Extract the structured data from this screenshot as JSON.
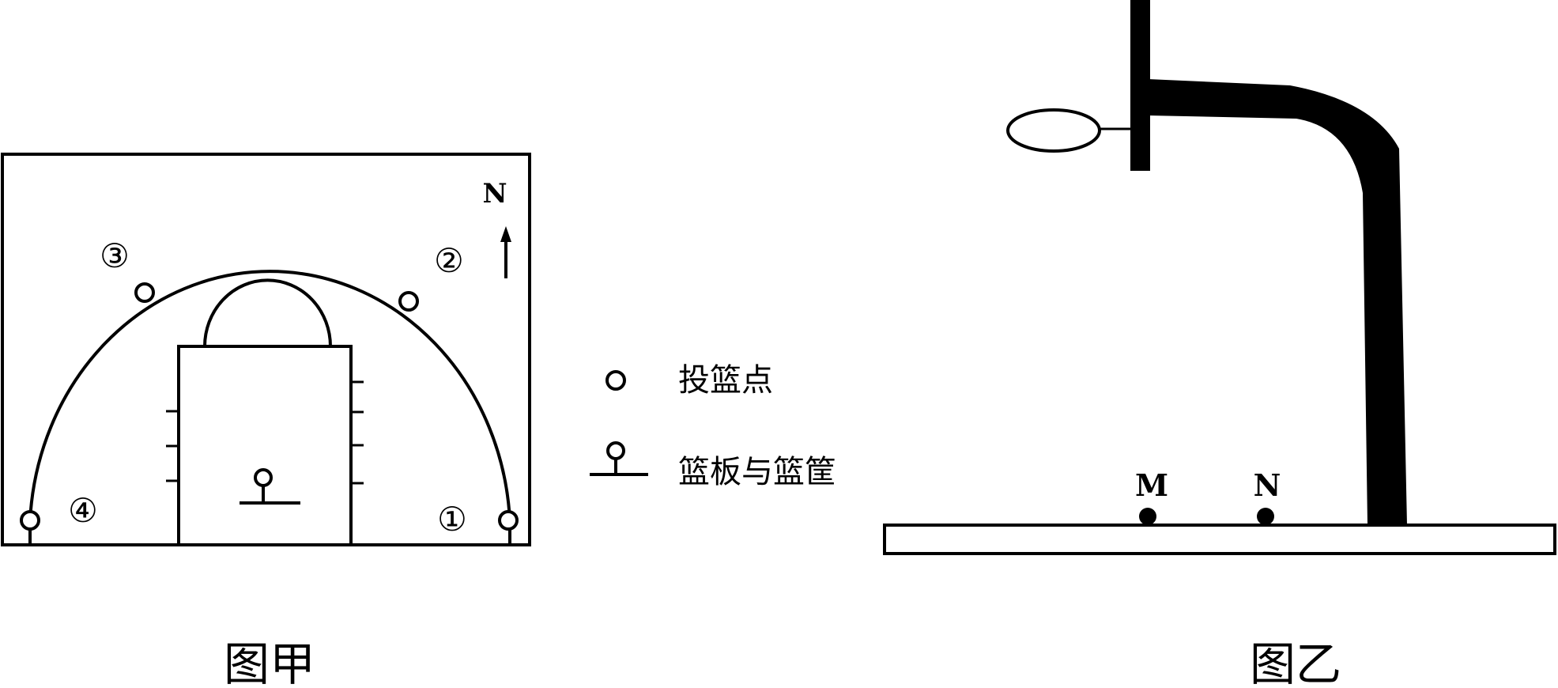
{
  "colors": {
    "ink": "#000000",
    "paper": "#ffffff"
  },
  "figure_a": {
    "caption": "图甲",
    "north_label": "N",
    "point_labels": [
      "①",
      "②",
      "③",
      "④"
    ]
  },
  "legend": {
    "shot_point": "投篮点",
    "backboard_hoop": "篮板与篮筐"
  },
  "figure_b": {
    "caption": "图乙",
    "point_m": "M",
    "point_n": "N"
  }
}
